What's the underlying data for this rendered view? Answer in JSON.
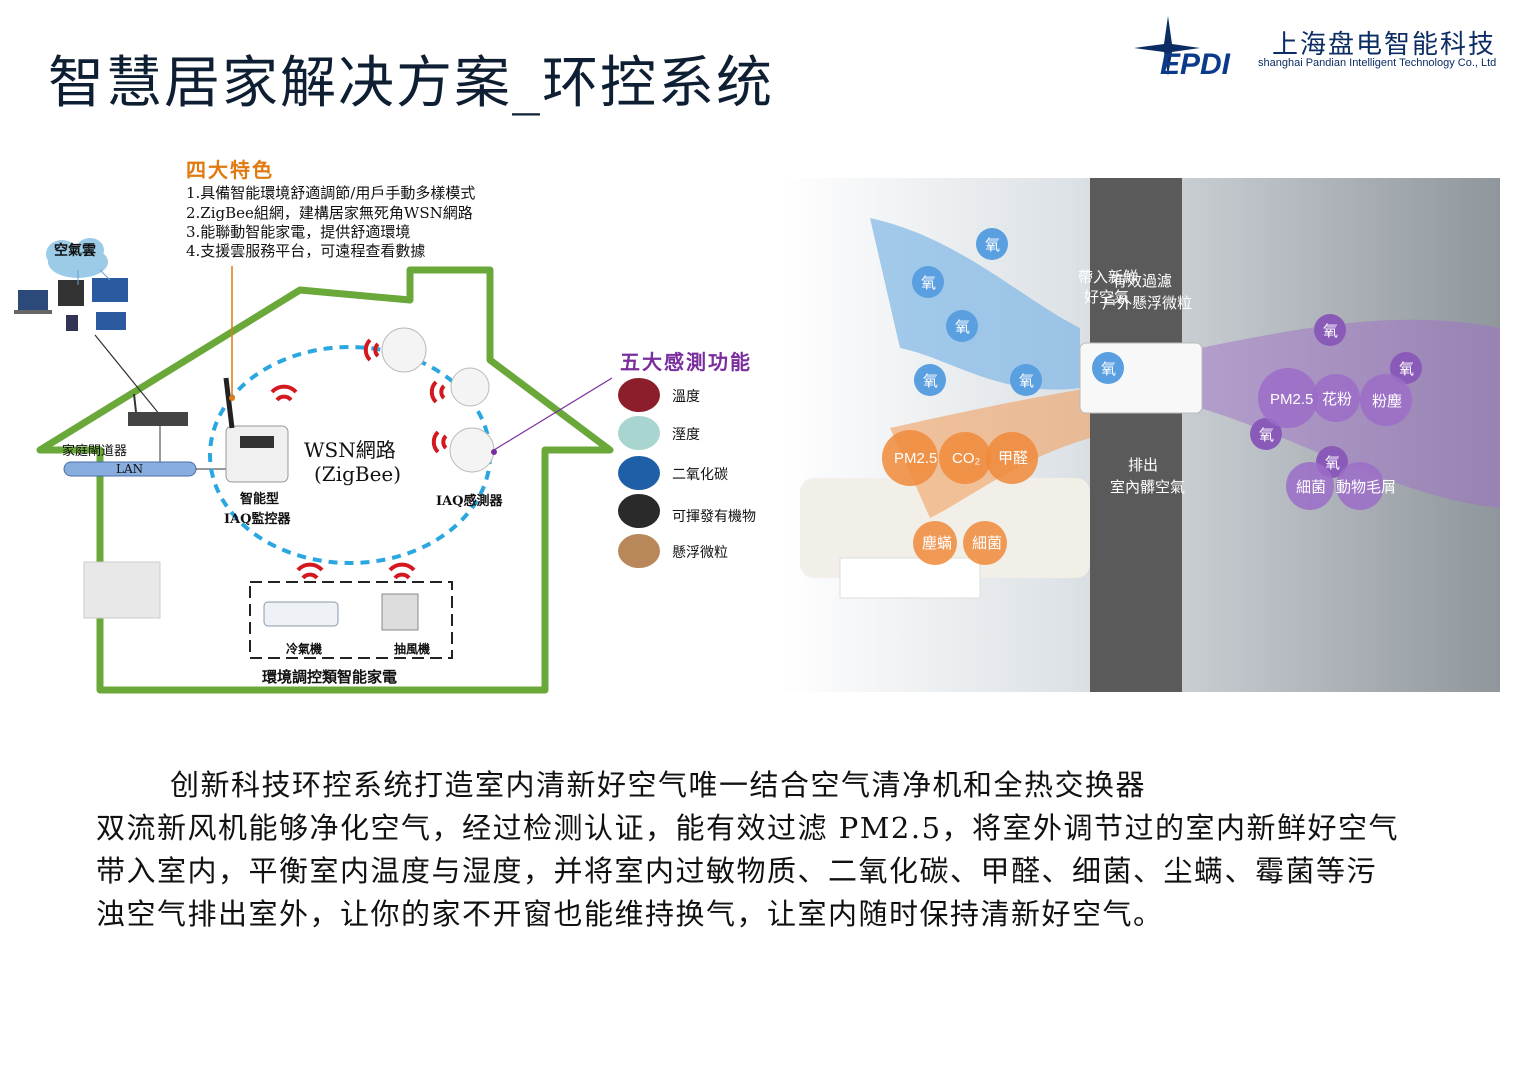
{
  "header": {
    "title": "智慧居家解决方案_环控系统",
    "logo_mark": "EPDI",
    "company_cn": "上海盘电智能科技",
    "company_en": "shanghai Pandian Intelligent Technology Co., Ltd"
  },
  "features": {
    "heading": "四大特色",
    "items": [
      "1.具備智能環境舒適調節/用戶手動多樣模式",
      "2.ZigBee組網，建構居家無死角WSN網路",
      "3.能聯動智能家電，提供舒適環境",
      "4.支援雲服務平台，可遠程查看數據"
    ]
  },
  "diagram": {
    "cloud_label": "空氣雲",
    "gateway_label": "家庭閘道器",
    "lan_label": "LAN",
    "wsn_line1": "WSN網路",
    "wsn_line2": "(ZigBee)",
    "monitor_line1": "智能型",
    "monitor_line2": "IAQ監控器",
    "sensor_label": "IAQ感測器",
    "ac_label": "冷氣機",
    "fan_label": "抽風機",
    "appliances_caption": "環境調控類智能家電"
  },
  "sensing": {
    "heading": "五大感測功能",
    "items": [
      {
        "label": "溫度",
        "icon": "thermometer-icon",
        "color": "#8b1e2a"
      },
      {
        "label": "溼度",
        "icon": "water-drop-icon",
        "color": "#a8d5cf"
      },
      {
        "label": "二氧化碳",
        "icon": "co2-cloud-icon",
        "color": "#1f5fa8"
      },
      {
        "label": "可揮發有機物",
        "icon": "voc-skull-icon",
        "color": "#2a2a2a"
      },
      {
        "label": "懸浮微粒",
        "icon": "pm25-icon",
        "color": "#b8875a"
      }
    ]
  },
  "photo": {
    "bring_in_1": "帶入新鮮",
    "bring_in_2": "好空氣",
    "filter_1": "有效過濾",
    "filter_2": "戶外懸浮微粒",
    "exhaust_1": "排出",
    "exhaust_2": "室內髒空氣",
    "oxygen": "氧",
    "indoor_bubbles": [
      "PM2.5",
      "CO₂",
      "甲醛",
      "塵蟎",
      "細菌"
    ],
    "outdoor_bubbles": [
      "PM2.5",
      "花粉",
      "粉塵",
      "細菌",
      "動物毛屑"
    ]
  },
  "paragraph": {
    "line1": "创新科技环控系统打造室内清新好空气唯一结合空气清净机和全热交换器",
    "rest": "双流新风机能够净化空气，经过检测认证，能有效过滤 PM2.5，将室外调节过的室内新鲜好空气带入室内，平衡室内温度与湿度，并将室内过敏物质、二氧化碳、甲醛、细菌、尘螨、霉菌等污浊空气排出室外，让你的家不开窗也能维持换气，让室内随时保持清新好空气。"
  }
}
